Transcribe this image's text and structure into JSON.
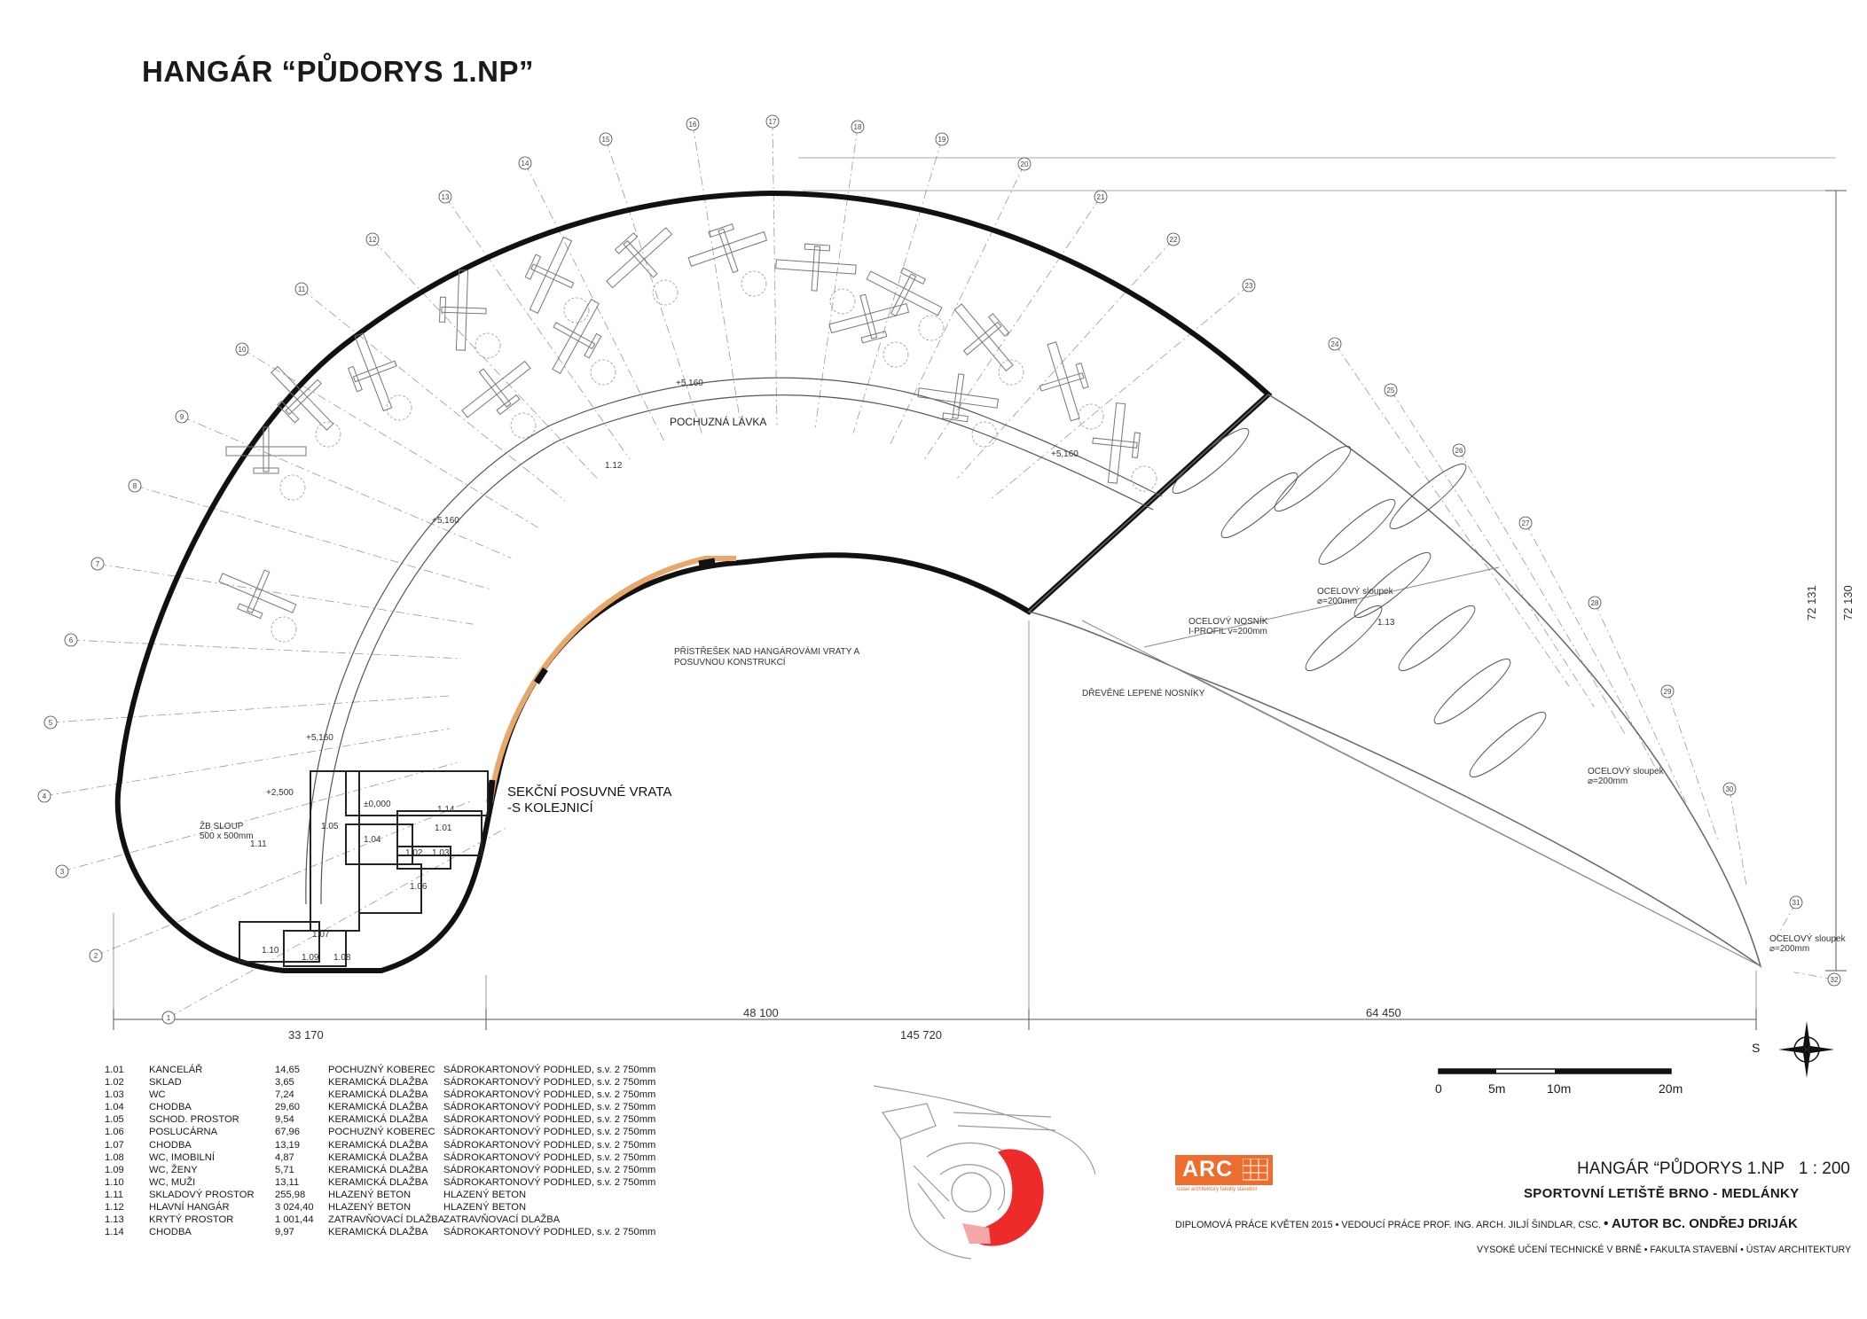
{
  "title": "HANGÁR “PŮDORYS 1.NP”",
  "plan": {
    "grid_labels": [
      "1",
      "2",
      "3",
      "4",
      "5",
      "6",
      "7",
      "8",
      "9",
      "10",
      "11",
      "12",
      "13",
      "14",
      "15",
      "16",
      "17",
      "18",
      "19",
      "20",
      "21",
      "22",
      "23",
      "24",
      "25",
      "26",
      "27",
      "28",
      "29",
      "30",
      "31",
      "32"
    ],
    "labels": {
      "walkway": "POCHUZNÁ LÁVKA",
      "canopy_line1": "PŘÍSTŘEŠEK NAD HANGÁROVÁMI VRATY A",
      "canopy_line2": "POSUVNOU KONSTRUKCÍ",
      "door_line1": "SEKČNÍ POSUVNÉ VRATA",
      "door_line2": "-S KOLEJNICÍ",
      "steel_col_1": "OCELOVÝ sloupek",
      "steel_col_1b": "⌀=200mm",
      "steel_beam": "OCELOVÝ NOSNÍK",
      "steel_beam_b": "I-PROFIL v=200mm",
      "timber": "DŘEVĚNÉ LEPENÉ NOSNÍKY",
      "steel_col_2": "OCELOVÝ sloupek",
      "steel_col_2b": "⌀=200mm",
      "steel_col_3": "OCELOVÝ sloupek",
      "steel_col_3b": "⌀=200mm",
      "column_label": "ŽB SLOUP",
      "column_size": "500 x 500mm",
      "level_1": "+5,160",
      "level_2": "+5,160",
      "level_3": "+5,160",
      "level_4": "+5,160",
      "level_5": "+2,500",
      "level_6": "±0,000",
      "room_112": "1.12",
      "room_113": "1.13",
      "room_111": "1.11",
      "room_114": "1.14",
      "room_101": "1.01",
      "room_102": "1.02",
      "room_103": "1.03",
      "room_104": "1.04",
      "room_105": "1.05",
      "room_106": "1.06",
      "room_107": "1.07",
      "room_108": "1.08",
      "room_109": "1.09",
      "room_110": "1.10"
    },
    "dimensions": {
      "d1": "33 170",
      "d2": "48 100",
      "d3": "64 450",
      "total": "145 720",
      "v1": "72 131",
      "v2": "72 130"
    }
  },
  "rooms": [
    {
      "no": "1.01",
      "name": "KANCELÁŘ",
      "area": "14,65",
      "floor": "POCHUZNÝ KOBEREC",
      "ceiling": "SÁDROKARTONOVÝ PODHLED, s.v. 2 750mm"
    },
    {
      "no": "1.02",
      "name": "SKLAD",
      "area": "3,65",
      "floor": "KERAMICKÁ DLAŽBA",
      "ceiling": "SÁDROKARTONOVÝ PODHLED, s.v. 2 750mm"
    },
    {
      "no": "1.03",
      "name": "WC",
      "area": "7,24",
      "floor": "KERAMICKÁ DLAŽBA",
      "ceiling": "SÁDROKARTONOVÝ PODHLED, s.v. 2 750mm"
    },
    {
      "no": "1.04",
      "name": "CHODBA",
      "area": "29,60",
      "floor": "KERAMICKÁ DLAŽBA",
      "ceiling": "SÁDROKARTONOVÝ PODHLED, s.v. 2 750mm"
    },
    {
      "no": "1.05",
      "name": "SCHOD. PROSTOR",
      "area": "9,54",
      "floor": "KERAMICKÁ DLAŽBA",
      "ceiling": "SÁDROKARTONOVÝ PODHLED, s.v. 2 750mm"
    },
    {
      "no": "1.06",
      "name": "POSLUCÁRNA",
      "area": "67,96",
      "floor": "POCHUZNÝ KOBEREC",
      "ceiling": "SÁDROKARTONOVÝ PODHLED, s.v. 2 750mm"
    },
    {
      "no": "1.07",
      "name": "CHODBA",
      "area": "13,19",
      "floor": "KERAMICKÁ DLAŽBA",
      "ceiling": "SÁDROKARTONOVÝ PODHLED, s.v. 2 750mm"
    },
    {
      "no": "1.08",
      "name": "WC, IMOBILNÍ",
      "area": "4,87",
      "floor": "KERAMICKÁ DLAŽBA",
      "ceiling": "SÁDROKARTONOVÝ PODHLED, s.v. 2 750mm"
    },
    {
      "no": "1.09",
      "name": "WC, ŽENY",
      "area": "5,71",
      "floor": "KERAMICKÁ DLAŽBA",
      "ceiling": "SÁDROKARTONOVÝ PODHLED, s.v. 2 750mm"
    },
    {
      "no": "1.10",
      "name": "WC, MUŽI",
      "area": "13,11",
      "floor": "KERAMICKÁ DLAŽBA",
      "ceiling": "SÁDROKARTONOVÝ PODHLED, s.v. 2 750mm"
    },
    {
      "no": "1.11",
      "name": "SKLADOVÝ PROSTOR",
      "area": "255,98",
      "floor": "HLAZENÝ BETON",
      "ceiling": "HLAZENÝ BETON"
    },
    {
      "no": "1.12",
      "name": "HLAVNÍ HANGÁR",
      "area": "3 024,40",
      "floor": "HLAZENÝ BETON",
      "ceiling": "HLAZENÝ BETON"
    },
    {
      "no": "1.13",
      "name": "KRYTÝ PROSTOR",
      "area": "1 001,44",
      "floor": "ZATRAVŇOVACÍ DLAŽBA",
      "ceiling": "ZATRAVŇOVACÍ DLAŽBA"
    },
    {
      "no": "1.14",
      "name": "CHODBA",
      "area": "9,97",
      "floor": "KERAMICKÁ DLAŽBA",
      "ceiling": "SÁDROKARTONOVÝ PODHLED, s.v. 2 750mm"
    }
  ],
  "scale_bar": {
    "l0": "0",
    "l1": "5m",
    "l2": "10m",
    "l3": "20m"
  },
  "compass": {
    "label": "S"
  },
  "logo": {
    "text": "ARC",
    "subtitle": "ústav architektury fakulty stavební"
  },
  "title_block": {
    "drawing_title": "HANGÁR “PŮDORYS 1.NP",
    "scale": "1 : 200",
    "project": "SPORTOVNÍ LETIŠTĚ BRNO - MEDLÁNKY",
    "credits_pre": "DIPLOMOVÁ PRÁCE KVĚTEN 2015 • VEDOUCÍ PRÁCE  PROF. ING. ARCH. JILJÍ ŠINDLAR, CSC. ",
    "credits_author": "• AUTOR  BC. ONDŘEJ DRIJÁK",
    "school": "VYSOKÉ UČENÍ TECHNICKÉ V BRNĚ  •  FAKULTA STAVEBNÍ  •  ÚSTAV ARCHITEKTURY"
  },
  "colors": {
    "accent": "#ec6d2d",
    "canopy": "#e8a76b",
    "site_highlight": "#ee2b2b"
  }
}
